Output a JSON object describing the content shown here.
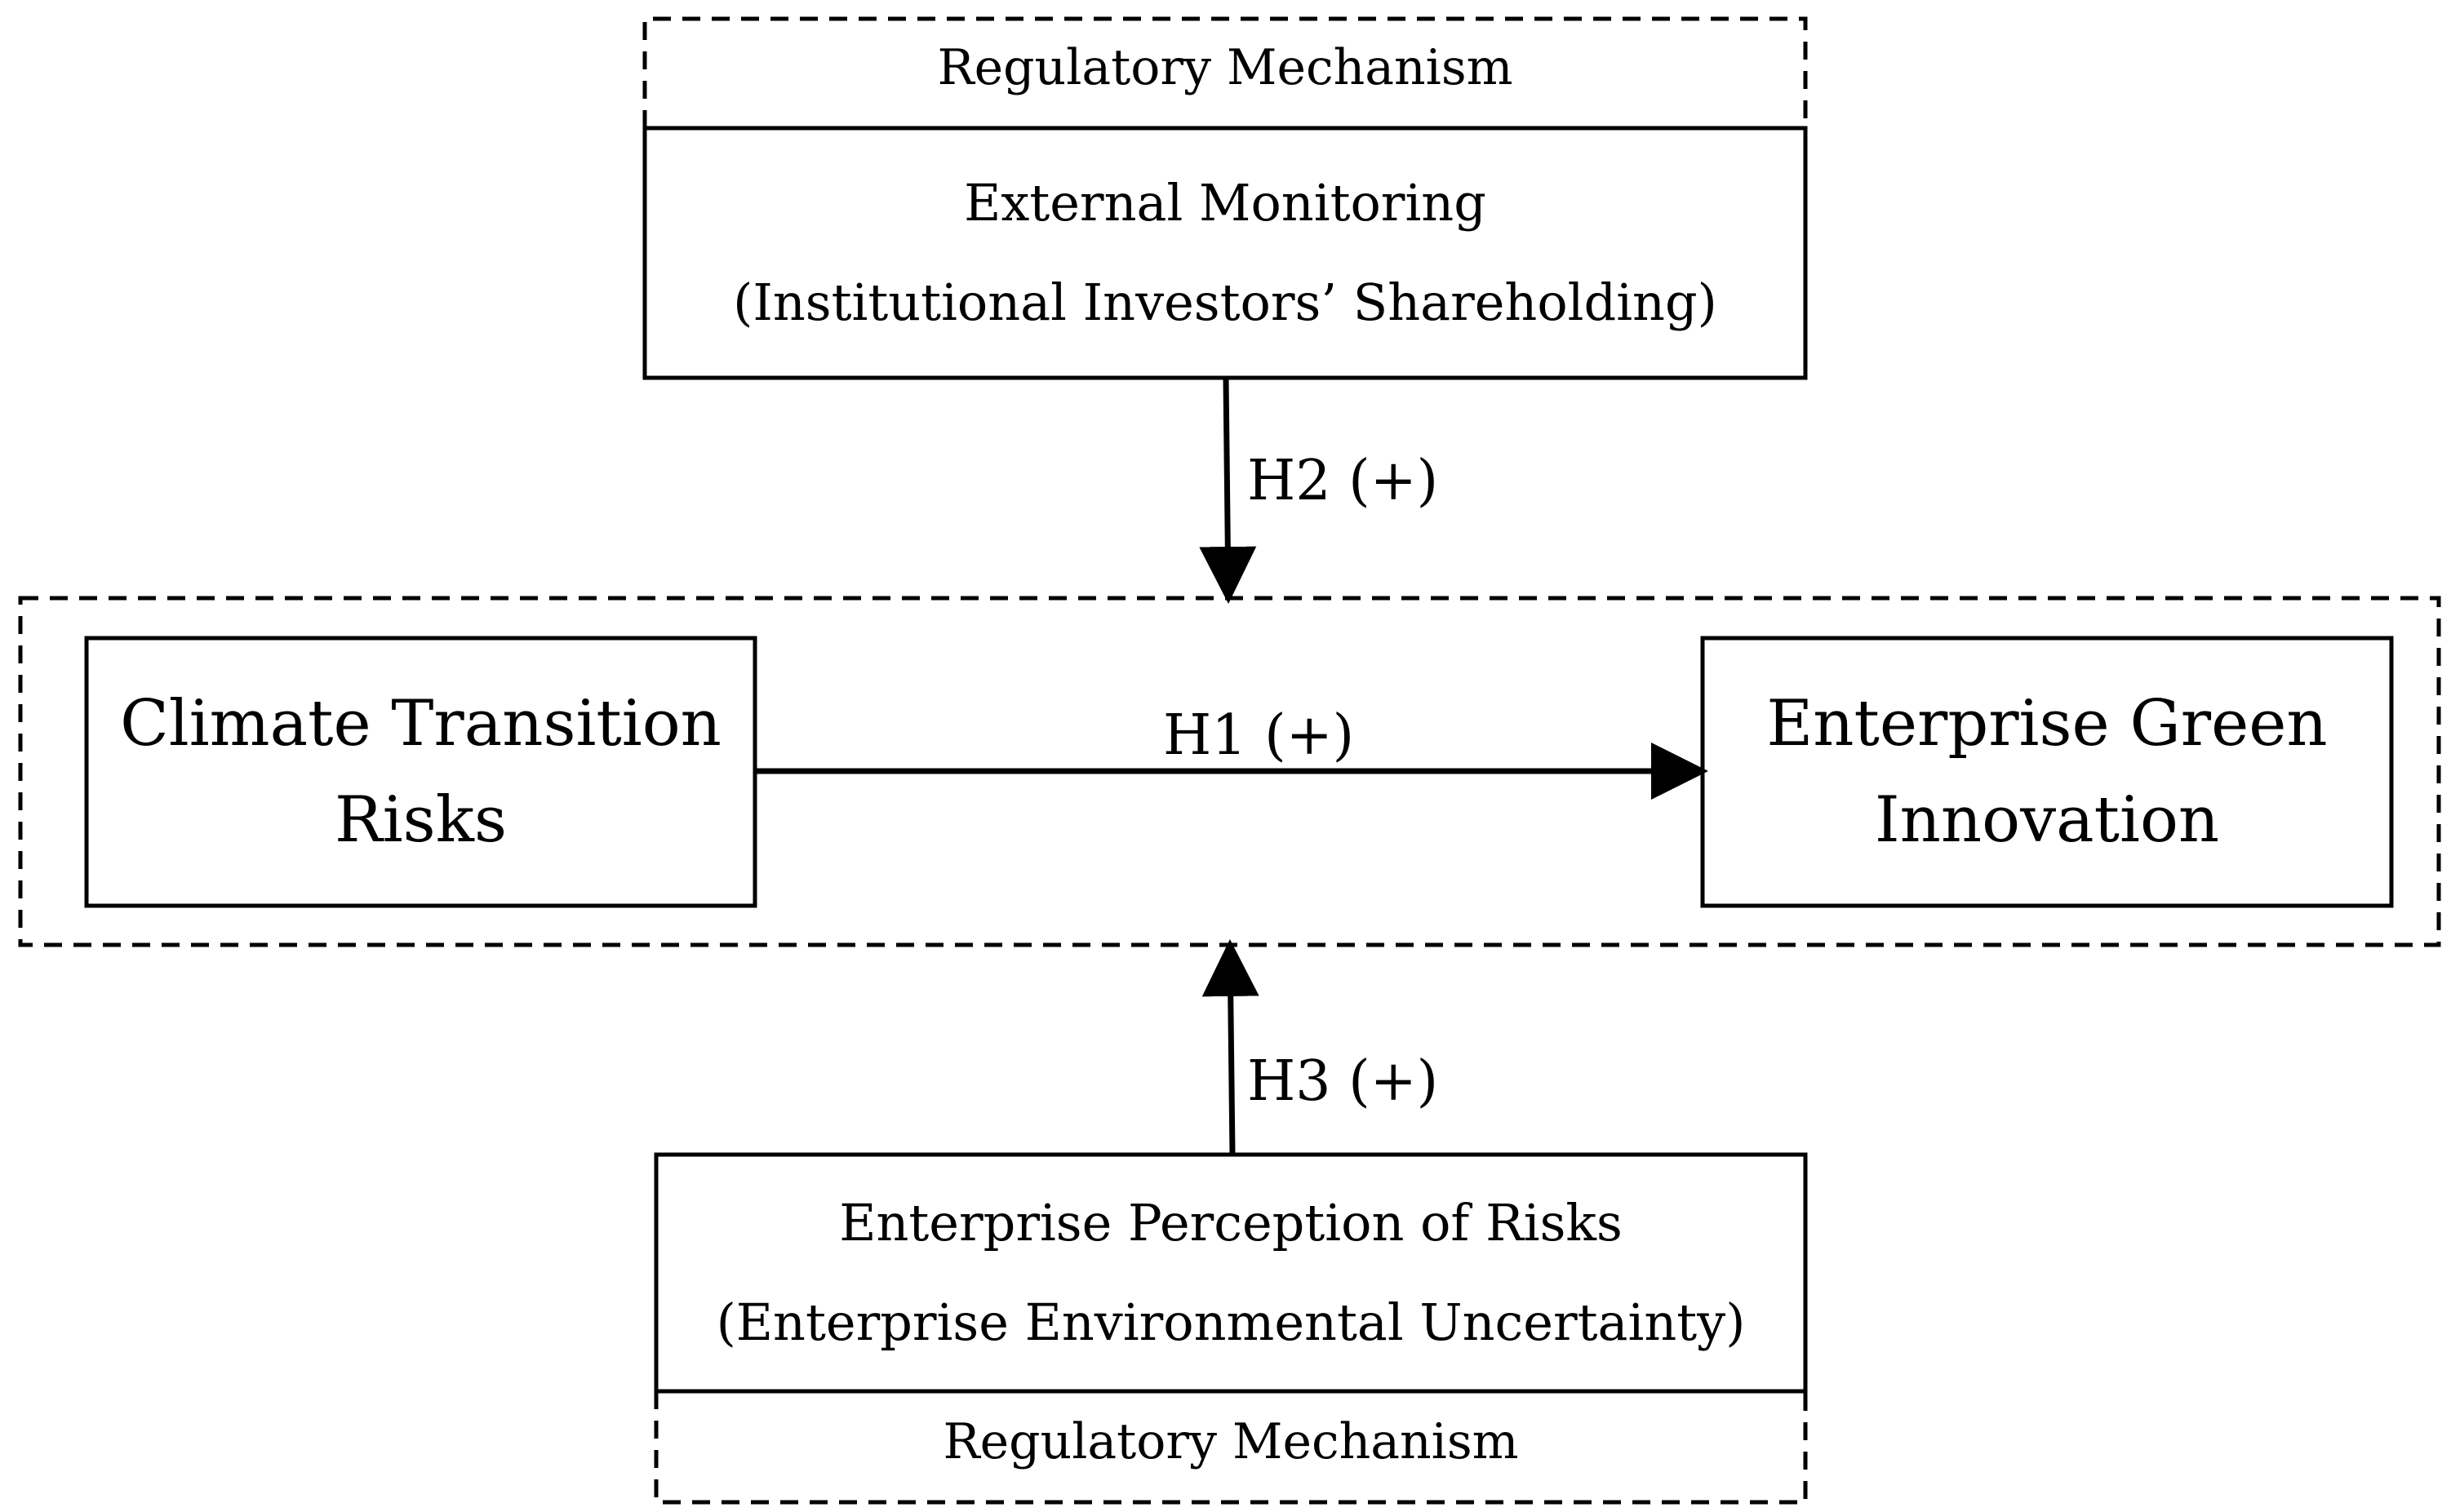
{
  "top_group": {
    "header": "Regulatory Mechanism",
    "box_line1": "External Monitoring",
    "box_line2": "(Institutional Investors’ Shareholding)"
  },
  "main_group": {
    "left_line1": "Climate Transition",
    "left_line2": "Risks",
    "right_line1": "Enterprise Green",
    "right_line2": "Innovation"
  },
  "bottom_group": {
    "box_line1": "Enterprise Perception of Risks",
    "box_line2": "(Enterprise Environmental Uncertainty)",
    "footer": "Regulatory Mechanism"
  },
  "hypotheses": {
    "h1": "H1 (+)",
    "h2": "H2 (+)",
    "h3": "H3 (+)"
  }
}
